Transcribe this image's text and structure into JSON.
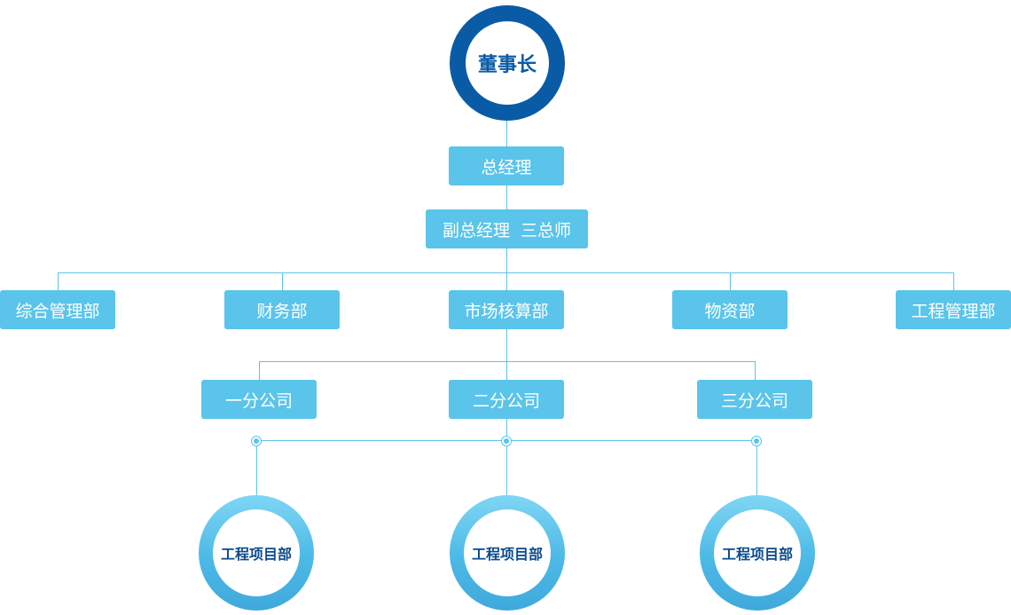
{
  "colors": {
    "accent": "#5bc4ea",
    "top_ring": "#0a5ba5",
    "project_text": "#0a4a8c"
  },
  "chairman": "董事长",
  "general_manager": "总经理",
  "deputy": "副总经理  三总师",
  "departments": [
    "综合管理部",
    "财务部",
    "市场核算部",
    "物资部",
    "工程管理部"
  ],
  "branches": [
    "一分公司",
    "二分公司",
    "三分公司"
  ],
  "projects": [
    "工程项目部",
    "工程项目部",
    "工程项目部"
  ]
}
